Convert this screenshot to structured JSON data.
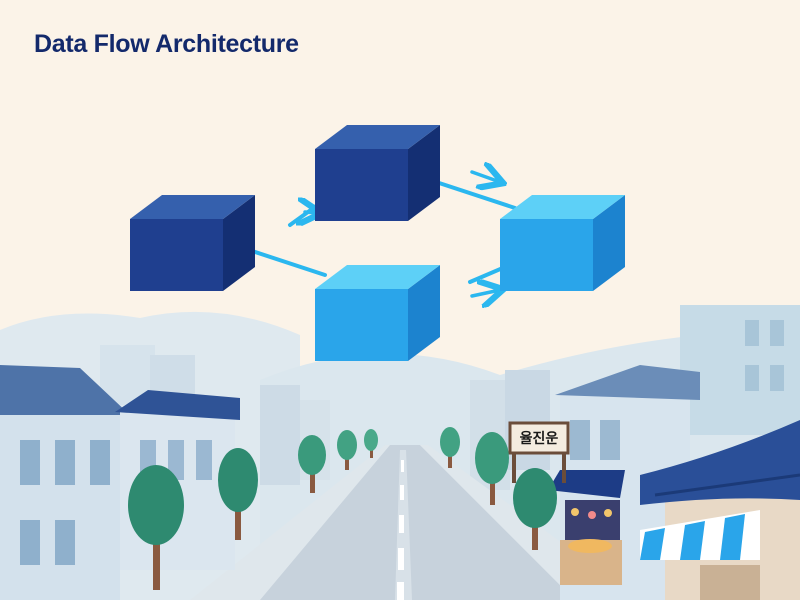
{
  "diagram": {
    "title": "Data Flow Architecture",
    "colors": {
      "dark_block": "#1f3f8f",
      "light_block": "#2aa5ea",
      "arrow": "#2bb7ef",
      "background": "#fbf3e8"
    },
    "nodes": [
      {
        "id": "node-left",
        "shade": "dark"
      },
      {
        "id": "node-top",
        "shade": "dark"
      },
      {
        "id": "node-bottom",
        "shade": "light"
      },
      {
        "id": "node-right",
        "shade": "light"
      }
    ],
    "edges": [
      {
        "from": "node-left",
        "to": "node-top"
      },
      {
        "from": "node-left",
        "to": "node-bottom"
      },
      {
        "from": "node-top",
        "to": "node-right"
      },
      {
        "from": "node-bottom",
        "to": "node-right"
      }
    ]
  },
  "scene": {
    "shop_sign": "율진운"
  }
}
